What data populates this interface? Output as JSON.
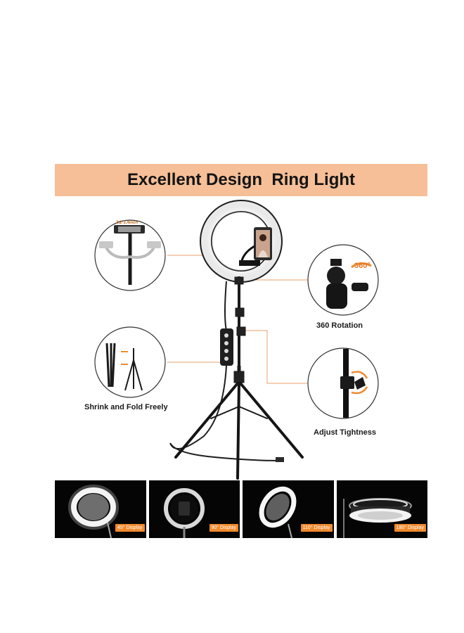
{
  "banner": {
    "title": "Excellent Design  Ring Light"
  },
  "callouts": {
    "phone_clip_size": "2.2-3.4inch",
    "rotation": "360 Rotation",
    "rotation_badge": "360°",
    "fold": "Shrink and Fold Freely",
    "tightness": "Adjust Tightness"
  },
  "display_modes": [
    {
      "label": "45° Display"
    },
    {
      "label": "90° Display"
    },
    {
      "label": "110° Display"
    },
    {
      "label": "180° Display"
    }
  ],
  "colors": {
    "banner": "#f6bf97",
    "accent": "#f08a2e",
    "leader": "#e8a06a"
  }
}
